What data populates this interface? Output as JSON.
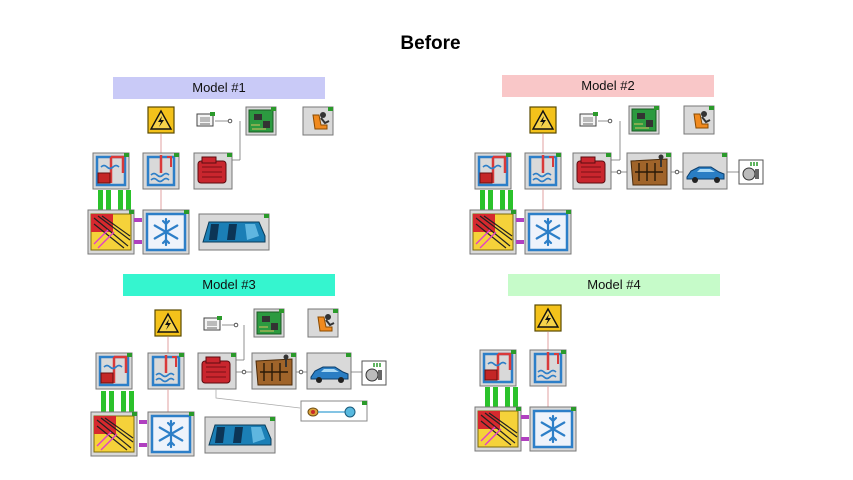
{
  "page_title": "Before",
  "models": [
    {
      "label": "Model #1",
      "color": "#c9caf7"
    },
    {
      "label": "Model #2",
      "color": "#f9c7c8"
    },
    {
      "label": "Model #3",
      "color": "#35f5cf"
    },
    {
      "label": "Model #4",
      "color": "#c6fbc9"
    }
  ],
  "icon_names": [
    "high-voltage-warning-icon",
    "controller-block-icon",
    "circuit-board-icon",
    "driver-seat-icon",
    "coolant-loop-icon",
    "coolant-tank-icon",
    "engine-icon",
    "heat-exchanger-icon",
    "hvac-snowflake-icon",
    "cabin-icon",
    "gearbox-icon",
    "car-icon",
    "wheel-icon",
    "sensor-link-icon"
  ]
}
